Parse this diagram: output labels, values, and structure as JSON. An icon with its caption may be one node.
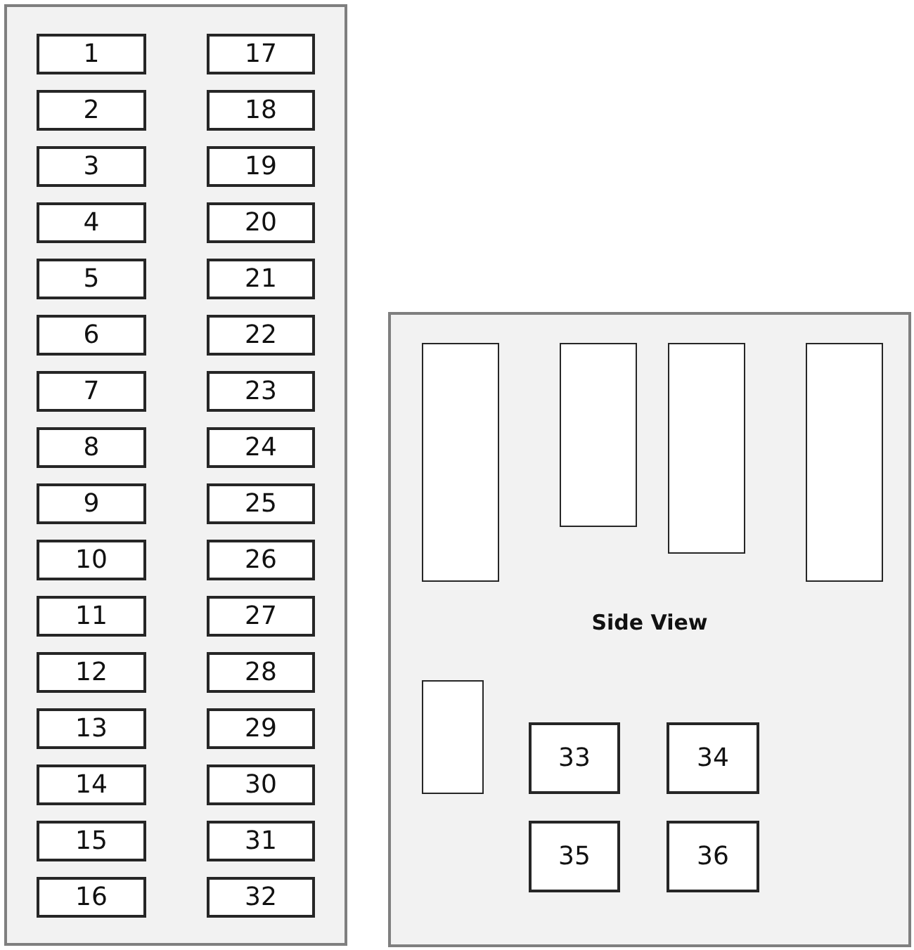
{
  "diagram": {
    "nodes": [
      {
        "text": [],
        "shape": "box"
      },
      {
        "text": [
          "1"
        ],
        "in": 0
      },
      {
        "text": [
          "2"
        ],
        "in": 0
      },
      {
        "text": [
          "3"
        ],
        "in": 0
      },
      {
        "text": [
          "4"
        ],
        "in": 0
      },
      {
        "text": [
          "5"
        ],
        "in": 0
      },
      {
        "text": [
          "6"
        ],
        "in": 0
      },
      {
        "text": [
          "7"
        ],
        "in": 0
      },
      {
        "text": [
          "8"
        ],
        "in": 0
      },
      {
        "text": [
          "9"
        ],
        "in": 0
      },
      {
        "text": [
          "10"
        ],
        "in": 0
      },
      {
        "text": [
          "11"
        ],
        "in": 0
      },
      {
        "text": [
          "12"
        ],
        "in": 0
      },
      {
        "text": [
          "13"
        ],
        "in": 0
      },
      {
        "text": [
          "14"
        ],
        "in": 0
      },
      {
        "text": [
          "15"
        ],
        "in": 0
      },
      {
        "text": [
          "16"
        ],
        "in": 0
      },
      {
        "text": [
          "17"
        ],
        "in": 0
      },
      {
        "text": [
          "18"
        ],
        "in": 0
      },
      {
        "text": [
          "19"
        ],
        "in": 0
      },
      {
        "text": [
          "20"
        ],
        "in": 0
      },
      {
        "text": [
          "21"
        ],
        "in": 0
      },
      {
        "text": [
          "22"
        ],
        "in": 0
      },
      {
        "text": [
          "23"
        ],
        "in": 0
      },
      {
        "text": [
          "24"
        ],
        "in": 0
      },
      {
        "text": [
          "25"
        ],
        "in": 0
      },
      {
        "text": [
          "26"
        ],
        "in": 0
      },
      {
        "text": [
          "27"
        ],
        "in": 0
      },
      {
        "text": [
          "28"
        ],
        "in": 0
      },
      {
        "text": [
          "29"
        ],
        "in": 0
      },
      {
        "text": [
          "30"
        ],
        "in": 0
      },
      {
        "text": [
          "31"
        ],
        "in": 0
      },
      {
        "text": [
          "32"
        ],
        "in": 0
      },
      {
        "text": [
          "Side View"
        ]
      },
      {
        "text": [],
        "shape": "box",
        "in": 33
      },
      {
        "text": [],
        "shape": "box",
        "in": 33
      },
      {
        "text": [],
        "shape": "box",
        "in": 33
      },
      {
        "text": [],
        "shape": "box",
        "in": 33
      },
      {
        "text": [],
        "shape": "box",
        "in": 33
      },
      {
        "text": [
          "33"
        ],
        "in": 33
      },
      {
        "text": [
          "34"
        ],
        "in": 33
      },
      {
        "text": [
          "35"
        ],
        "in": 33
      },
      {
        "text": [
          "36"
        ],
        "in": 33
      }
    ]
  }
}
